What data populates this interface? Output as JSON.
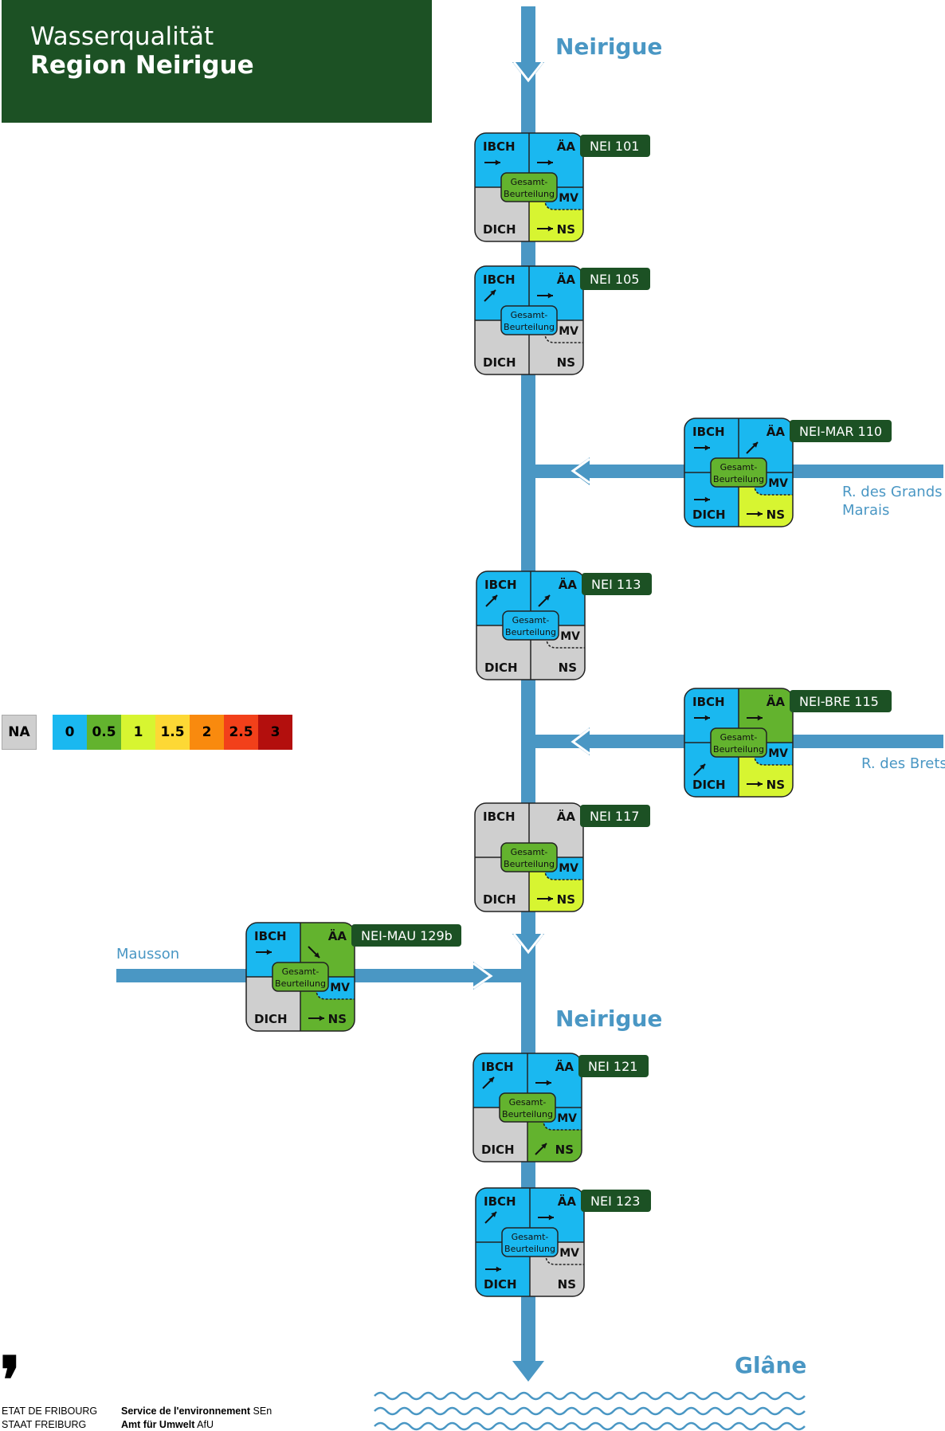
{
  "header": {
    "line1": "Wasserqualität",
    "line2": "Region Neirigue"
  },
  "rivers": {
    "main_top": "Neirigue",
    "main_mid": "Neirigue",
    "outlet": "Glâne",
    "trib_mar_line1": "R. des Grands",
    "trib_mar_line2": "Marais",
    "trib_bre": "R. des Brets",
    "trib_mau": "Mausson"
  },
  "legend": {
    "na_label": "NA",
    "scale": [
      {
        "label": "0",
        "color": "#1ab8f0"
      },
      {
        "label": "0.5",
        "color": "#63b32e"
      },
      {
        "label": "1",
        "color": "#d7f531"
      },
      {
        "label": "1.5",
        "color": "#fdd835"
      },
      {
        "label": "2",
        "color": "#f98a0e"
      },
      {
        "label": "2.5",
        "color": "#f2401a"
      },
      {
        "label": "3",
        "color": "#b30f0d"
      }
    ],
    "na_color": "#cfcfcf"
  },
  "box_labels": {
    "ibch": "IBCH",
    "aa": "ÄA",
    "dich": "DICH",
    "ns": "NS",
    "mv": "MV",
    "gesamt1": "Gesamt-",
    "gesamt2": "Beurteilung"
  },
  "stations": [
    {
      "id": "NEI 101",
      "ibch": "0",
      "aa": "0",
      "dich": "NA",
      "ns": "1",
      "mv": "0",
      "gesamt": "0.5",
      "ibch_arrow": "right",
      "aa_arrow": "right",
      "dich_arrow": "none",
      "ns_arrow": "right"
    },
    {
      "id": "NEI 105",
      "ibch": "0",
      "aa": "0",
      "dich": "NA",
      "ns": "NA",
      "mv": "NA",
      "gesamt": "0",
      "ibch_arrow": "up-right",
      "aa_arrow": "right",
      "dich_arrow": "none",
      "ns_arrow": "none"
    },
    {
      "id": "NEI-MAR 110",
      "ibch": "0",
      "aa": "0",
      "dich": "0",
      "ns": "1",
      "mv": "0",
      "gesamt": "0.5",
      "ibch_arrow": "right",
      "aa_arrow": "up-right",
      "dich_arrow": "right",
      "ns_arrow": "right"
    },
    {
      "id": "NEI 113",
      "ibch": "0",
      "aa": "0",
      "dich": "NA",
      "ns": "NA",
      "mv": "NA",
      "gesamt": "0",
      "ibch_arrow": "up-right",
      "aa_arrow": "up-right",
      "dich_arrow": "none",
      "ns_arrow": "none"
    },
    {
      "id": "NEI-BRE 115",
      "ibch": "0",
      "aa": "0.5",
      "dich": "0",
      "ns": "1",
      "mv": "0",
      "gesamt": "0.5",
      "ibch_arrow": "right",
      "aa_arrow": "right",
      "dich_arrow": "up-right",
      "ns_arrow": "right"
    },
    {
      "id": "NEI 117",
      "ibch": "NA",
      "aa": "NA",
      "dich": "NA",
      "ns": "1",
      "mv": "0",
      "gesamt": "0.5",
      "ibch_arrow": "none",
      "aa_arrow": "none",
      "dich_arrow": "none",
      "ns_arrow": "right"
    },
    {
      "id": "NEI-MAU 129b",
      "ibch": "0",
      "aa": "0.5",
      "dich": "NA",
      "ns": "0.5",
      "mv": "0",
      "gesamt": "0.5",
      "ibch_arrow": "right",
      "aa_arrow": "down-right",
      "dich_arrow": "none",
      "ns_arrow": "right"
    },
    {
      "id": "NEI 121",
      "ibch": "0",
      "aa": "0",
      "dich": "NA",
      "ns": "0.5",
      "mv": "0",
      "gesamt": "0.5",
      "ibch_arrow": "up-right",
      "aa_arrow": "right",
      "dich_arrow": "none",
      "ns_arrow": "up-right"
    },
    {
      "id": "NEI 123",
      "ibch": "0",
      "aa": "0",
      "dich": "0",
      "ns": "NA",
      "mv": "NA",
      "gesamt": "0",
      "ibch_arrow": "up-right",
      "aa_arrow": "right",
      "dich_arrow": "right",
      "ns_arrow": "none"
    }
  ],
  "footer": {
    "etat_fr": "ETAT DE FRIBOURG",
    "staat_fr": "STAAT FREIBURG",
    "service_fr": "Service de l'environnement",
    "service_fr_abbr": "SEn",
    "amt_de": "Amt für Umwelt",
    "amt_de_abbr": "AfU"
  }
}
